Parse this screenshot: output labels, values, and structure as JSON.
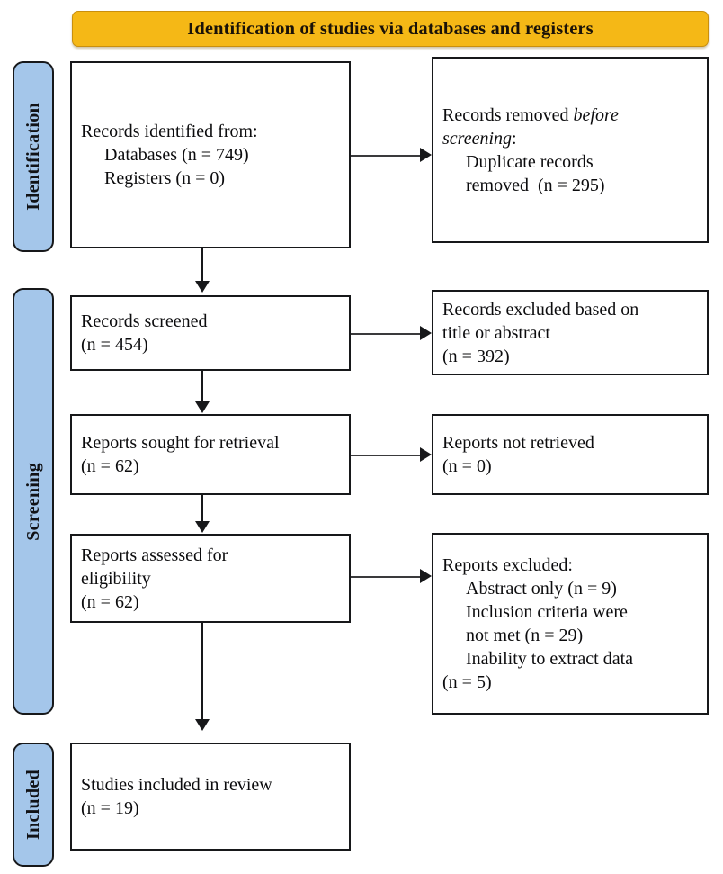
{
  "banner": {
    "title": "Identification of studies via databases and registers",
    "color": "#F5B816"
  },
  "stages": {
    "identification": {
      "label": "Identification",
      "color": "#A4C6EA"
    },
    "screening": {
      "label": "Screening",
      "color": "#A4C6EA"
    },
    "included": {
      "label": "Included",
      "color": "#A4C6EA"
    }
  },
  "boxes": {
    "records_identified": {
      "line1": "Records identified from:",
      "line2": "Databases (n = 749)",
      "line3": "Registers (n = 0)"
    },
    "records_removed": {
      "line1_pre": "Records removed ",
      "line1_italic": "before",
      "line2_italic": "screening",
      "line2_post": ":",
      "line3": "Duplicate records",
      "line4": "removed  (n = 295)"
    },
    "records_screened": {
      "line1": "Records screened",
      "line2": "(n = 454)"
    },
    "records_excluded": {
      "line1": "Records excluded based on",
      "line2": "title or abstract",
      "line3": "(n = 392)"
    },
    "reports_sought": {
      "line1": "Reports sought for retrieval",
      "line2": "(n = 62)"
    },
    "reports_not_retrieved": {
      "line1": "Reports not retrieved",
      "line2": "(n = 0)"
    },
    "reports_assessed": {
      "line1": "Reports assessed for",
      "line2": "eligibility",
      "line3": "(n = 62)"
    },
    "reports_excluded": {
      "line1": "Reports excluded:",
      "line2": "Abstract only (n = 9)",
      "line3": "Inclusion criteria were",
      "line4": "not met (n = 29)",
      "line5": "Inability to extract data",
      "line6": "(n = 5)"
    },
    "studies_included": {
      "line1": "Studies included in review",
      "line2": "(n = 19)"
    }
  },
  "chart_data": {
    "type": "diagram",
    "title": "PRISMA 2020 flow diagram: Identification of studies via databases and registers",
    "stages": [
      "Identification",
      "Screening",
      "Included"
    ],
    "nodes": [
      {
        "id": "records_identified",
        "stage": "Identification",
        "label": "Records identified from: Databases (n = 749), Registers (n = 0)",
        "counts": {
          "databases": 749,
          "registers": 0
        }
      },
      {
        "id": "records_removed",
        "stage": "Identification",
        "label": "Records removed before screening: Duplicate records removed (n = 295)",
        "counts": {
          "duplicates_removed": 295
        }
      },
      {
        "id": "records_screened",
        "stage": "Screening",
        "label": "Records screened (n = 454)",
        "counts": {
          "n": 454
        }
      },
      {
        "id": "records_excluded",
        "stage": "Screening",
        "label": "Records excluded based on title or abstract (n = 392)",
        "counts": {
          "n": 392
        }
      },
      {
        "id": "reports_sought",
        "stage": "Screening",
        "label": "Reports sought for retrieval (n = 62)",
        "counts": {
          "n": 62
        }
      },
      {
        "id": "reports_not_retrieved",
        "stage": "Screening",
        "label": "Reports not retrieved (n = 0)",
        "counts": {
          "n": 0
        }
      },
      {
        "id": "reports_assessed",
        "stage": "Screening",
        "label": "Reports assessed for eligibility (n = 62)",
        "counts": {
          "n": 62
        }
      },
      {
        "id": "reports_excluded",
        "stage": "Screening",
        "label": "Reports excluded: Abstract only (n = 9); Inclusion criteria were not met (n = 29); Inability to extract data (n = 5)",
        "counts": {
          "abstract_only": 9,
          "inclusion_criteria_not_met": 29,
          "inability_to_extract_data": 5
        }
      },
      {
        "id": "studies_included",
        "stage": "Included",
        "label": "Studies included in review (n = 19)",
        "counts": {
          "n": 19
        }
      }
    ],
    "edges": [
      {
        "from": "records_identified",
        "to": "records_removed",
        "direction": "right"
      },
      {
        "from": "records_identified",
        "to": "records_screened",
        "direction": "down"
      },
      {
        "from": "records_screened",
        "to": "records_excluded",
        "direction": "right"
      },
      {
        "from": "records_screened",
        "to": "reports_sought",
        "direction": "down"
      },
      {
        "from": "reports_sought",
        "to": "reports_not_retrieved",
        "direction": "right"
      },
      {
        "from": "reports_sought",
        "to": "reports_assessed",
        "direction": "down"
      },
      {
        "from": "reports_assessed",
        "to": "reports_excluded",
        "direction": "right"
      },
      {
        "from": "reports_assessed",
        "to": "studies_included",
        "direction": "down"
      }
    ]
  }
}
